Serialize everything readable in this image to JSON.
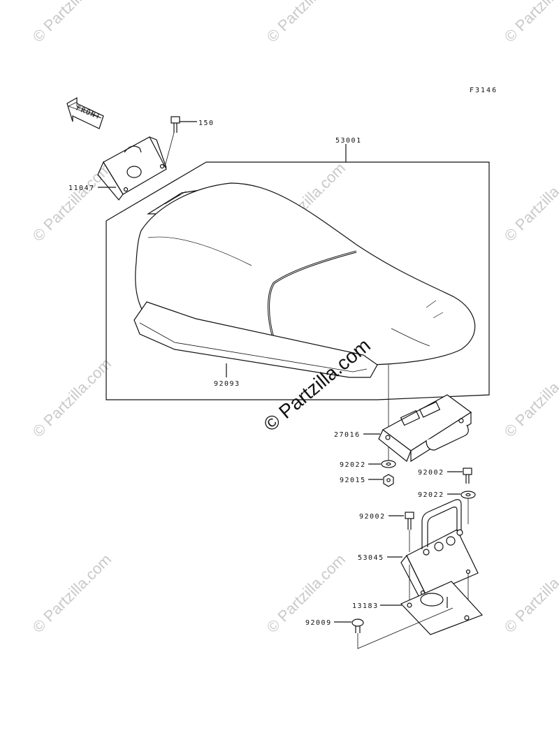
{
  "figure_code": "F3146",
  "watermark": "© Partzilla.com",
  "front_label": "FRONT",
  "parts": {
    "p150": "150",
    "p11047": "11047",
    "p53001": "53001",
    "p92093": "92093",
    "p27016": "27016",
    "p92022a": "92022",
    "p92015": "92015",
    "p92002a": "92002",
    "p92022b": "92022",
    "p92002b": "92002",
    "p53045": "53045",
    "p13183": "13183",
    "p92009": "92009"
  }
}
